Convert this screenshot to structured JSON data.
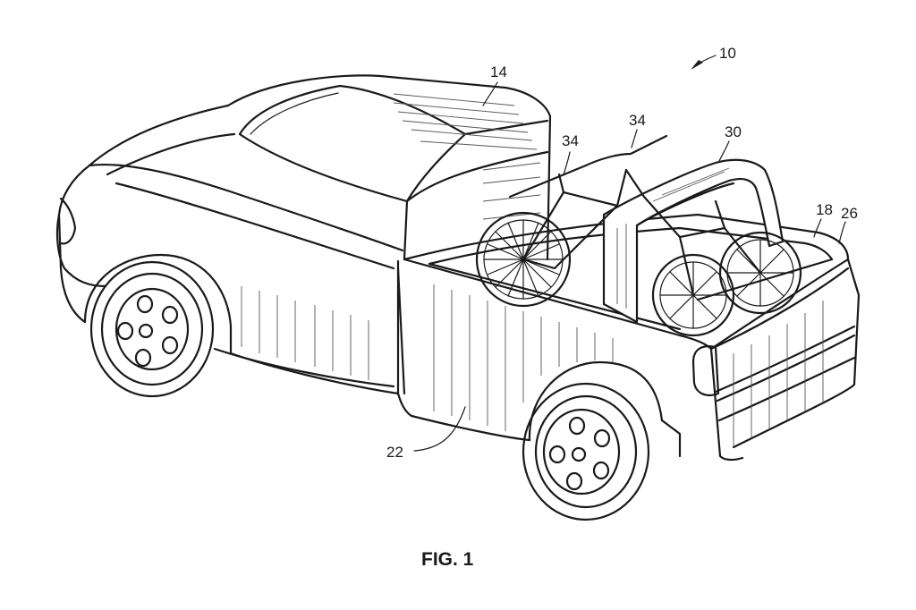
{
  "figure": {
    "caption": "FIG. 1",
    "reference_numerals": {
      "vehicle": "10",
      "cab": "14",
      "cargo_bed": "18",
      "body_side": "22",
      "tailgate": "26",
      "arch_rack": "30",
      "bicycle_front": "34",
      "bicycle_rear": "34"
    }
  }
}
